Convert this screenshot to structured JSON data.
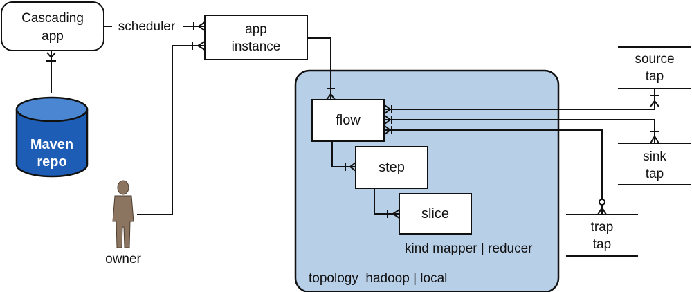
{
  "nodes": {
    "cascading_app": [
      "Cascading",
      "app"
    ],
    "maven_repo": [
      "Maven",
      "repo"
    ],
    "app_instance": [
      "app",
      "instance"
    ],
    "owner": "owner",
    "flow": "flow",
    "step": "step",
    "slice": "slice",
    "source_tap": [
      "source",
      "tap"
    ],
    "sink_tap": [
      "sink",
      "tap"
    ],
    "trap_tap": [
      "trap",
      "tap"
    ]
  },
  "edge_labels": {
    "scheduler": "scheduler"
  },
  "annotations": {
    "slice_kind": "kind mapper | reducer",
    "topology": "topology  hadoop | local"
  },
  "colors": {
    "topology_region": "#b8cfe8",
    "maven_cylinder": "#1e5db5",
    "maven_top": "#4a86d2",
    "owner_figure": "#8c7560"
  },
  "icons": [
    "person-icon",
    "database-cylinder-icon"
  ]
}
